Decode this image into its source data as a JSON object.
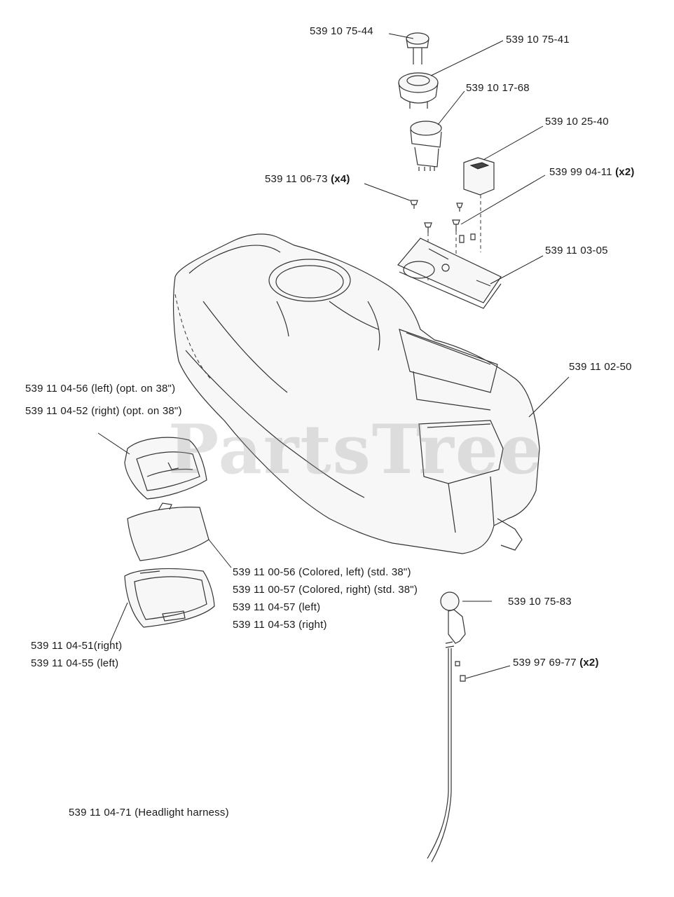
{
  "watermark": "PartsTree",
  "labels": {
    "p1": {
      "text": "539 10 75-44",
      "qty": ""
    },
    "p2": {
      "text": "539 10 75-41",
      "qty": ""
    },
    "p3": {
      "text": "539 10 17-68",
      "qty": ""
    },
    "p4": {
      "text": "539 10 25-40",
      "qty": ""
    },
    "p5": {
      "text": "539 11 06-73",
      "qty": "(x4)"
    },
    "p6": {
      "text": "539 99 04-11",
      "qty": "(x2)"
    },
    "p7": {
      "text": "539 11 03-05",
      "qty": ""
    },
    "p8": {
      "text": "539 11 02-50",
      "qty": ""
    },
    "p9": {
      "text": "539 11 04-56 (left) (opt. on 38\")",
      "qty": ""
    },
    "p10": {
      "text": "539 11 04-52 (right) (opt. on 38\")",
      "qty": ""
    },
    "p11": {
      "text": "539 11 00-56 (Colored, left) (std. 38\")",
      "qty": ""
    },
    "p12": {
      "text": "539 11 00-57 (Colored, right) (std. 38\")",
      "qty": ""
    },
    "p13": {
      "text": "539 11 04-57 (left)",
      "qty": ""
    },
    "p14": {
      "text": "539 11 04-53 (right)",
      "qty": ""
    },
    "p15": {
      "text": "539 10 75-83",
      "qty": ""
    },
    "p16": {
      "text": "539 11 04-51(right)",
      "qty": ""
    },
    "p17": {
      "text": "539 11 04-55 (left)",
      "qty": ""
    },
    "p18": {
      "text": "539 97 69-77",
      "qty": "(x2)"
    },
    "p19": {
      "text": "539 11 04-71 (Headlight harness)",
      "qty": ""
    }
  }
}
